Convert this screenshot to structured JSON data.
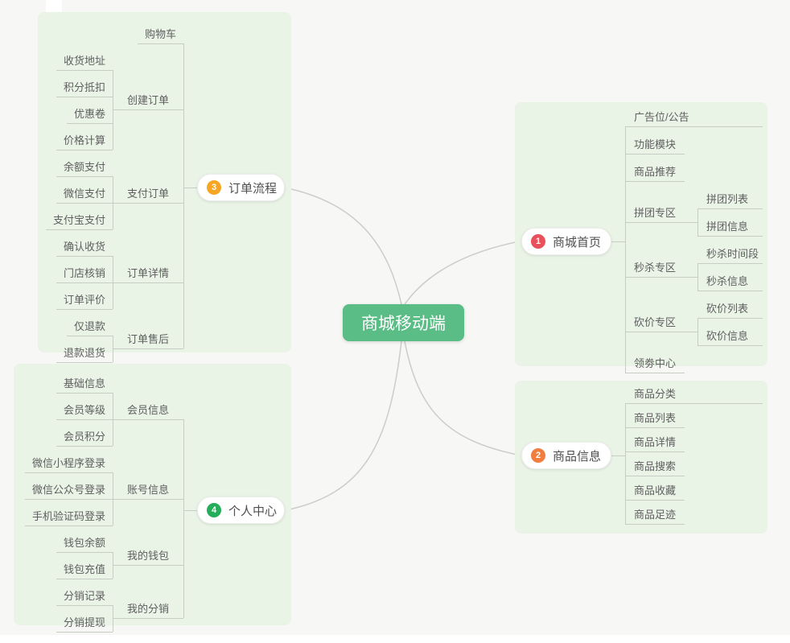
{
  "canvas": {
    "background": "#f7f7f6",
    "panel_color": "#e9f3e6",
    "line_color": "#c6cdc3",
    "curve_color": "#cccccc"
  },
  "central": {
    "label": "商城移动端",
    "bg": "#5abd85"
  },
  "branches": [
    {
      "key": "mall-home",
      "num": "1",
      "badge_color": "#e8505b",
      "label": "商城首页",
      "children": [
        {
          "label": "广告位/公告",
          "wide": true
        },
        {
          "label": "功能模块"
        },
        {
          "label": "商品推荐"
        },
        {
          "label": "拼团专区",
          "children": [
            {
              "label": "拼团列表"
            },
            {
              "label": "拼团信息"
            }
          ]
        },
        {
          "label": "秒杀专区",
          "children": [
            {
              "label": "秒杀时间段"
            },
            {
              "label": "秒杀信息"
            }
          ]
        },
        {
          "label": "砍价专区",
          "children": [
            {
              "label": "砍价列表"
            },
            {
              "label": "砍价信息"
            }
          ]
        },
        {
          "label": "领劵中心"
        }
      ]
    },
    {
      "key": "product-info",
      "num": "2",
      "badge_color": "#f07e3e",
      "label": "商品信息",
      "children": [
        {
          "label": "商品分类",
          "wide": true
        },
        {
          "label": "商品列表"
        },
        {
          "label": "商品详情"
        },
        {
          "label": "商品搜索"
        },
        {
          "label": "商品收藏"
        },
        {
          "label": "商品足迹"
        }
      ]
    },
    {
      "key": "order-flow",
      "num": "3",
      "badge_color": "#f6a623",
      "label": "订单流程",
      "children": [
        {
          "label": "购物车"
        },
        {
          "label": "创建订单",
          "children": [
            {
              "label": "收货地址"
            },
            {
              "label": "积分抵扣"
            },
            {
              "label": "优惠卷"
            },
            {
              "label": "价格计算"
            }
          ]
        },
        {
          "label": "支付订单",
          "children": [
            {
              "label": "余额支付"
            },
            {
              "label": "微信支付"
            },
            {
              "label": "支付宝支付"
            }
          ]
        },
        {
          "label": "订单详情",
          "children": [
            {
              "label": "确认收货"
            },
            {
              "label": "门店核销"
            },
            {
              "label": "订单评价"
            }
          ]
        },
        {
          "label": "订单售后",
          "children": [
            {
              "label": "仅退款"
            },
            {
              "label": "退款退货"
            }
          ]
        }
      ]
    },
    {
      "key": "personal-center",
      "num": "4",
      "badge_color": "#26ad5a",
      "label": "个人中心",
      "children": [
        {
          "label": "会员信息",
          "children": [
            {
              "label": "基础信息"
            },
            {
              "label": "会员等级"
            },
            {
              "label": "会员积分"
            }
          ]
        },
        {
          "label": "账号信息",
          "children": [
            {
              "label": "微信小程序登录"
            },
            {
              "label": "微信公众号登录"
            },
            {
              "label": "手机验证码登录"
            }
          ]
        },
        {
          "label": "我的钱包",
          "children": [
            {
              "label": "钱包余额"
            },
            {
              "label": "钱包充值"
            }
          ]
        },
        {
          "label": "我的分销",
          "children": [
            {
              "label": "分销记录"
            },
            {
              "label": "分销提现"
            }
          ]
        }
      ]
    }
  ]
}
